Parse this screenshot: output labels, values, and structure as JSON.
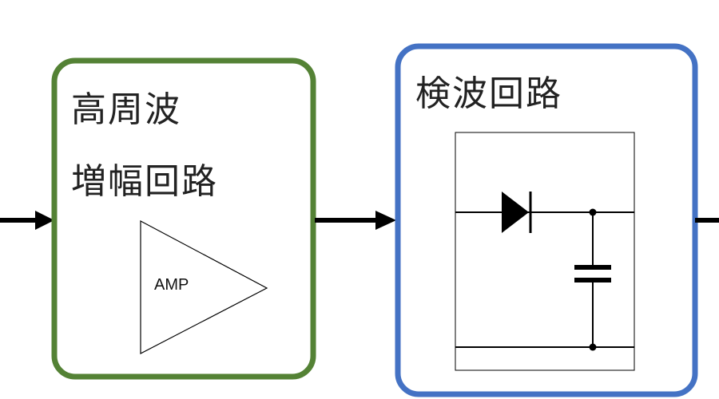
{
  "amplifier_block": {
    "title_line1": "高周波",
    "title_line2": "増幅回路",
    "amp_label": "AMP",
    "border_color": "#548235"
  },
  "detector_block": {
    "title": "検波回路",
    "border_color": "#4472C4"
  },
  "colors": {
    "arrow": "#000000",
    "circuit_line": "#000000"
  },
  "icons": {
    "amplifier": "triangle-amplifier-icon",
    "diode": "diode-icon",
    "capacitor": "capacitor-icon"
  }
}
